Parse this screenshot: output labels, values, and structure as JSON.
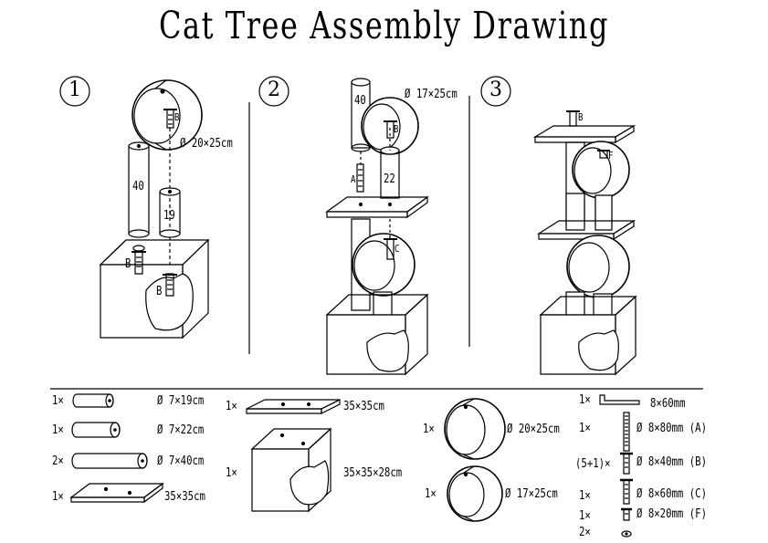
{
  "title": "Cat Tree Assembly Drawing",
  "steps": {
    "s1": "1",
    "s2": "2",
    "s3": "3"
  },
  "step1": {
    "tube_dim": "Ø 20×25cm",
    "post_long": "40",
    "post_short": "19",
    "screw_b1": "B",
    "screw_b2": "B",
    "screw_b_top": "B"
  },
  "step2": {
    "post_long": "40",
    "tube_dim": "Ø 17×25cm",
    "post_mid": "22",
    "screw_a": "A",
    "screw_c": "C",
    "screw_b_top": "B"
  },
  "step3": {
    "screw_b": "B",
    "screw_f": "F"
  },
  "parts": {
    "p1_qty": "1×",
    "p1_dim": "Ø 7×19cm",
    "p2_qty": "1×",
    "p2_dim": "Ø 7×22cm",
    "p3_qty": "2×",
    "p3_dim": "Ø 7×40cm",
    "p4_qty": "1×",
    "p4_dim": "35×35cm",
    "p5_qty": "1×",
    "p5_dim": "35×35cm",
    "p6_qty": "1×",
    "p6_dim": "35×35×28cm",
    "p7_qty": "1×",
    "p7_dim": "Ø 20×25cm",
    "p8_qty": "1×",
    "p8_dim": "Ø 17×25cm",
    "h1_qty": "1×",
    "h1_dim": "8×60mm",
    "h2_qty": "1×",
    "h2_dim": "Ø 8×80mm (A)",
    "h3_qty": "(5+1)×",
    "h3_dim": "Ø 8×40mm (B)",
    "h4_qty": "1×",
    "h4_dim": "Ø 8×60mm (C)",
    "h5_qty": "1×",
    "h5_dim": "Ø 8×20mm (F)",
    "h6_qty": "2×"
  }
}
